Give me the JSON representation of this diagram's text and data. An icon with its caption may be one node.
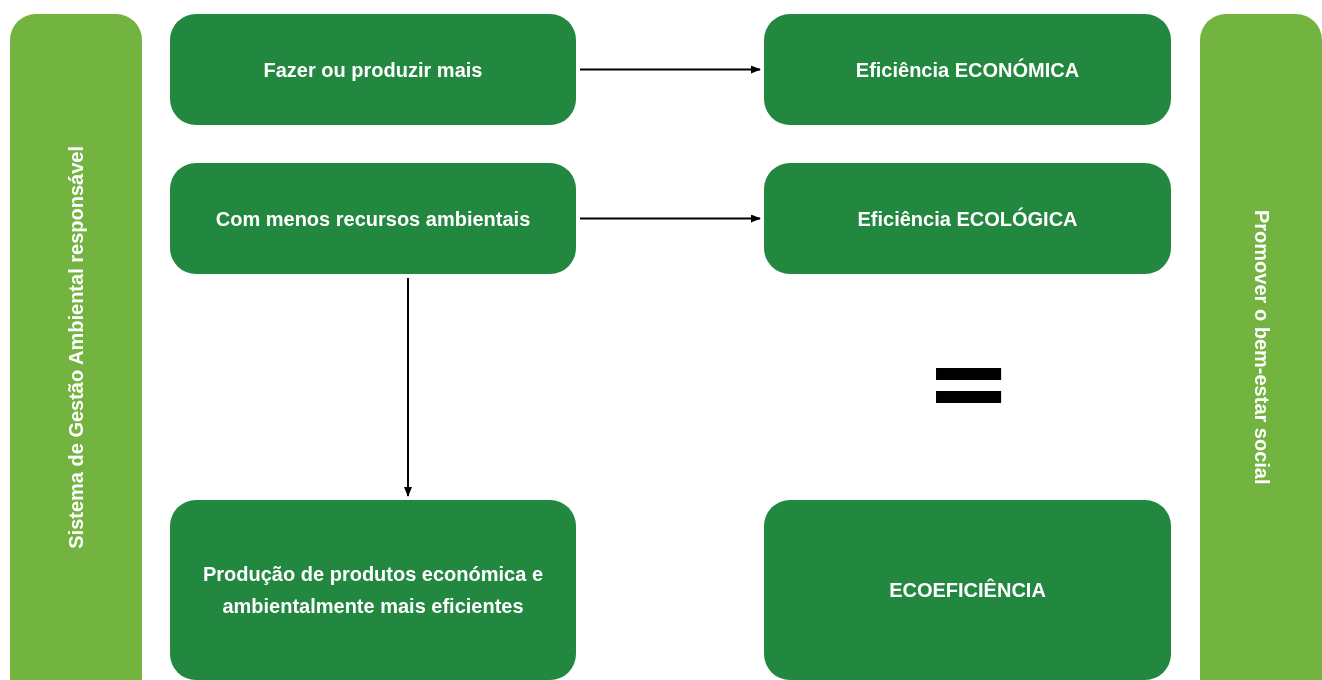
{
  "diagram": {
    "nodes": [
      {
        "text": [
          "Sistema de Gestão Ambiental responsável"
        ]
      },
      {
        "text": [
          "Fazer ou produzir mais"
        ]
      },
      {
        "text": [
          "Eficiência ECONÓMICA"
        ]
      },
      {
        "text": [
          "Com menos recursos ambientais"
        ]
      },
      {
        "text": [
          "Eficiência ECOLÓGICA"
        ]
      },
      {
        "text": [
          "Produção de produtos económica e ambientalmente mais eficientes"
        ]
      },
      {
        "text": [
          "ECOEFICIÊNCIA"
        ]
      },
      {
        "text": [
          "Promover o bem-estar social"
        ]
      }
    ],
    "edges": [
      {
        "from": 1,
        "to": 2,
        "arrow": "to"
      },
      {
        "from": 3,
        "to": 4,
        "arrow": "to"
      },
      {
        "from": 3,
        "to": 5,
        "arrow": "to"
      }
    ],
    "labels": [
      "="
    ]
  }
}
